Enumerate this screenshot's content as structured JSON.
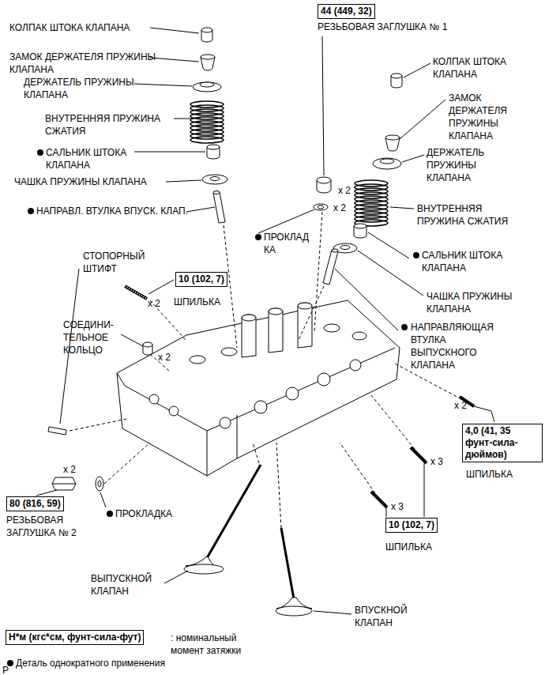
{
  "diagram": {
    "nodes": [
      {
        "text": [
          "44 (449, 32)"
        ]
      },
      {
        "text": [
          "10 (102, 7)"
        ]
      },
      {
        "text": [
          "4,0 (41, 35 фунт-сила-дюймов)"
        ]
      },
      {
        "text": [
          "80 (816, 59)"
        ]
      },
      {
        "text": [
          "10 (102, 7)"
        ]
      },
      {
        "text": [
          "Н*м (кгс*см, фунт-сила-фут)"
        ]
      }
    ],
    "labels": [
      "КОЛПАК ШТОКА КЛАПАНА",
      "ЗАМОК ДЕРЖАТЕЛЯ ПРУЖИНЫ КЛАПАНА",
      "ДЕРЖАТЕЛЬ ПРУЖИНЫ КЛАПАНА",
      "ВНУТРЕННЯЯ ПРУЖИНА СЖАТИЯ",
      "САЛЬНИК ШТОКА КЛАПАНА",
      "ЧАШКА ПРУЖИНЫ КЛАПАНА",
      "НАПРАВЛ. ВТУЛКА ВПУСК. КЛАП.",
      "РЕЗЬБОВАЯ ЗАГЛУШКА № 1",
      "x 2",
      "x 2",
      "ПРОКЛАД КА",
      "КОЛПАК ШТОКА КЛАПАНА",
      "ЗАМОК ДЕРЖАТЕЛЯ ПРУЖИНЫ КЛАПАНА",
      "ДЕРЖАТЕЛЬ ПРУЖИНЫ КЛАПАНА",
      "ВНУТРЕННЯЯ ПРУЖИНА СЖАТИЯ",
      "САЛЬНИК ШТОКА КЛАПАНА",
      "ЧАШКА ПРУЖИНЫ КЛАПАНА",
      "НАПРАВЛЯЮЩАЯ ВТУЛКА ВЫПУСКНОГО КЛАПАНА",
      "СТОПОРНЫЙ ШТИФТ",
      "x 2",
      "ШПИЛЬКА",
      "СОЕДИНИ- ТЕЛЬНОЕ КОЛЬЦО",
      "x 2",
      "x 2",
      "РЕЗЬБОВАЯ ЗАГЛУШКА № 2",
      "ПРОКЛАДКА",
      "x 2",
      "ШПИЛЬКА",
      "x 3",
      "x 3",
      "ШПИЛЬКА",
      "ВЫПУСКНОЙ КЛАПАН",
      "ВПУСКНОЙ КЛАПАН",
      "P"
    ],
    "legend": [
      {
        "text": ": номинальный момент затяжки"
      },
      {
        "text": "Деталь однократного применения"
      }
    ]
  }
}
